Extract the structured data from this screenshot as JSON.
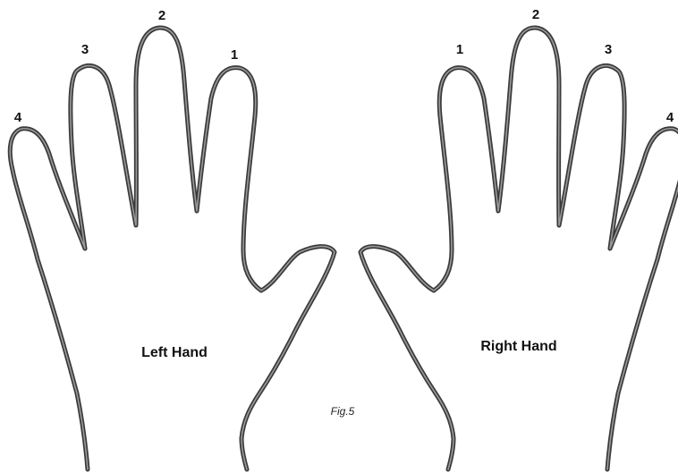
{
  "colors": {
    "outline_dark": "#3a3a3a",
    "outline_light": "#8a8a8a",
    "text": "#111111"
  },
  "left_hand": {
    "label": "Left Hand",
    "finger_labels": [
      "1",
      "2",
      "3",
      "4"
    ]
  },
  "right_hand": {
    "label": "Right Hand",
    "finger_labels": [
      "1",
      "2",
      "3",
      "4"
    ]
  },
  "caption": "Fig.5"
}
